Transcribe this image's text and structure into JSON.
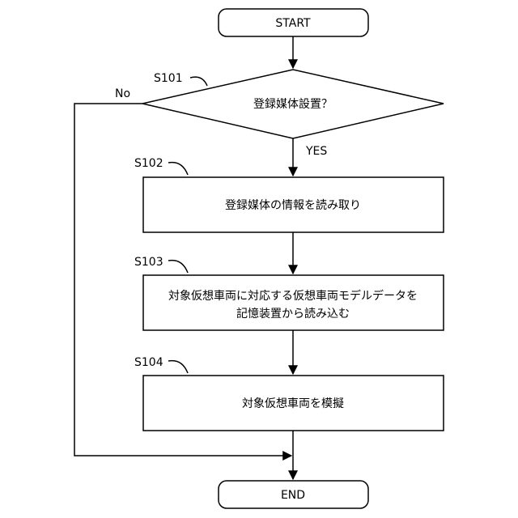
{
  "flowchart": {
    "start": "START",
    "end": "END",
    "steps": {
      "s101": {
        "id": "S101",
        "text": "登録媒体設置？"
      },
      "s102": {
        "id": "S102",
        "text": "登録媒体の情報を読み取り"
      },
      "s103": {
        "id": "S103",
        "line1": "対象仮想車両に対応する仮想車両モデルデータを",
        "line2": "記憶装置から読み込む"
      },
      "s104": {
        "id": "S104",
        "text": "対象仮想車両を模擬"
      }
    },
    "branches": {
      "yes": "YES",
      "no": "No"
    }
  }
}
